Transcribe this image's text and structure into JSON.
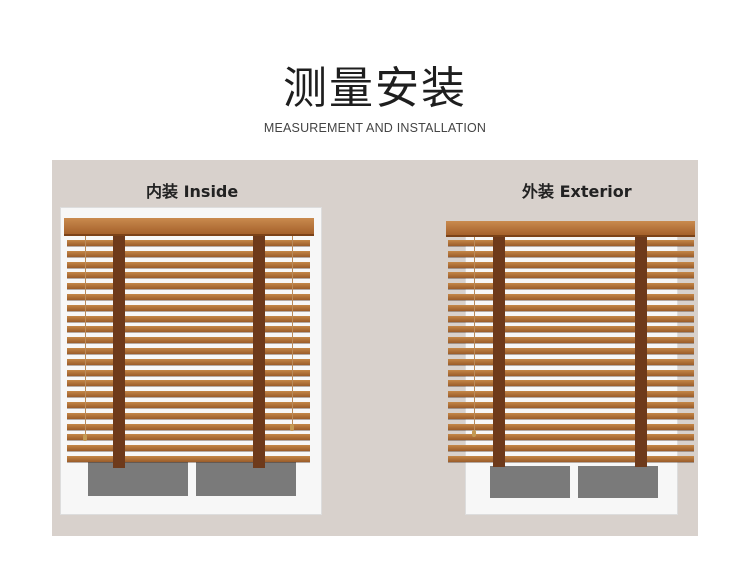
{
  "header": {
    "title": "测量安装",
    "subtitle": "MEASUREMENT AND INSTALLATION"
  },
  "sections": [
    {
      "label": "内装  Inside"
    },
    {
      "label": "外装  Exterior"
    }
  ],
  "colors": {
    "panel_background": "#d8d1cc",
    "wood": "#b0723a",
    "ladder_tape": "#6e3a1b",
    "window_glass": "#7a7a7a"
  }
}
